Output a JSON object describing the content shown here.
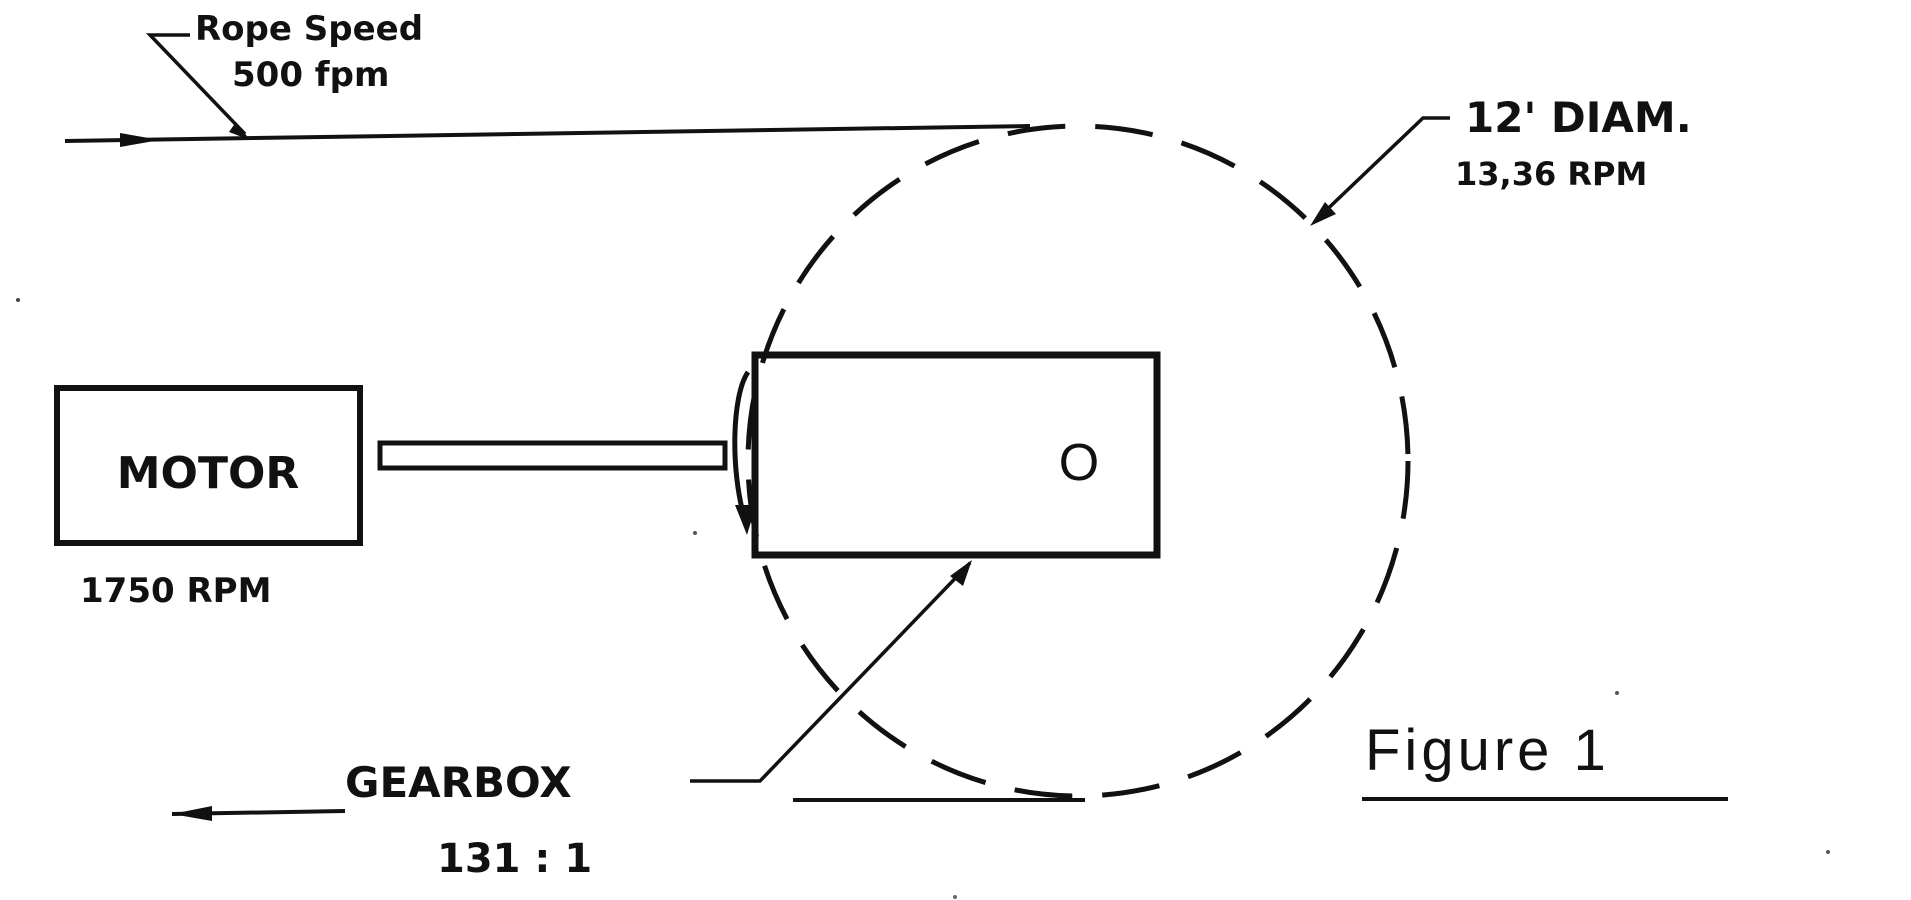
{
  "figure": {
    "caption": "Figure 1",
    "rope_speed_label_line1": "Rope Speed",
    "rope_speed_label_line2": "500 fpm",
    "drum_label_line1": "12' DIAM.",
    "drum_label_line2": "13,36 RPM",
    "motor_label": "MOTOR",
    "motor_rpm": "1750 RPM",
    "gearbox_label": "GEARBOX",
    "gearbox_ratio": "131 : 1",
    "hub_marker": "O"
  },
  "colors": {
    "ink": "#111111",
    "paper": "#ffffff"
  }
}
